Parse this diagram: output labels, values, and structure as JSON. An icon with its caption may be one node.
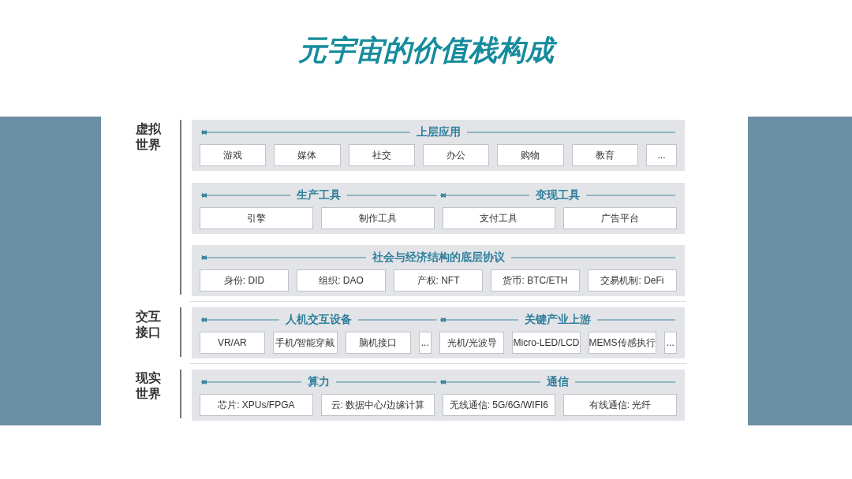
{
  "diagram": {
    "title": "元宇宙的价值栈构成",
    "nodes": [
      {
        "text": [
          "上层应用"
        ]
      },
      {
        "text": [
          "游戏"
        ],
        "in": 0
      },
      {
        "text": [
          "媒体"
        ],
        "in": 0
      },
      {
        "text": [
          "社交"
        ],
        "in": 0
      },
      {
        "text": [
          "办公"
        ],
        "in": 0
      },
      {
        "text": [
          "购物"
        ],
        "in": 0
      },
      {
        "text": [
          "教育"
        ],
        "in": 0
      },
      {
        "text": [
          "..."
        ],
        "in": 0
      },
      {
        "text": [
          "生产工具",
          "变现工具"
        ]
      },
      {
        "text": [
          "引擎"
        ],
        "in": 8
      },
      {
        "text": [
          "制作工具"
        ],
        "in": 8
      },
      {
        "text": [
          "支付工具"
        ],
        "in": 8
      },
      {
        "text": [
          "广告平台"
        ],
        "in": 8
      },
      {
        "text": [
          "社会与经济结构的底层协议"
        ]
      },
      {
        "text": [
          "身份: DID"
        ],
        "in": 13
      },
      {
        "text": [
          "组织: DAO"
        ],
        "in": 13
      },
      {
        "text": [
          "产权: NFT"
        ],
        "in": 13
      },
      {
        "text": [
          "货币: BTC/ETH"
        ],
        "in": 13
      },
      {
        "text": [
          "交易机制: DeFi"
        ],
        "in": 13
      },
      {
        "text": [
          "人机交互设备",
          "关键产业上游"
        ]
      },
      {
        "text": [
          "VR/AR"
        ],
        "in": 19
      },
      {
        "text": [
          "手机/智能穿戴"
        ],
        "in": 19
      },
      {
        "text": [
          "脑机接口"
        ],
        "in": 19
      },
      {
        "text": [
          "..."
        ],
        "in": 19
      },
      {
        "text": [
          "光机/光波导"
        ],
        "in": 19
      },
      {
        "text": [
          "Micro-LED/LCD"
        ],
        "in": 19
      },
      {
        "text": [
          "MEMS传感执行"
        ],
        "in": 19
      },
      {
        "text": [
          "..."
        ],
        "in": 19
      },
      {
        "text": [
          "算力",
          "通信"
        ]
      },
      {
        "text": [
          "芯片: XPUs/FPGA"
        ],
        "in": 28
      },
      {
        "text": [
          "云: 数据中心/边缘计算"
        ],
        "in": 28
      },
      {
        "text": [
          "无线通信: 5G/6G/WIFI6"
        ],
        "in": 28
      },
      {
        "text": [
          "有线通信: 光纤"
        ],
        "in": 28
      },
      {
        "text": [],
        "shape": "bar"
      },
      {
        "text": [],
        "shape": "bar"
      }
    ],
    "edges": [],
    "labels": [
      "虚拟世界",
      "交互接口",
      "现实世界"
    ]
  }
}
